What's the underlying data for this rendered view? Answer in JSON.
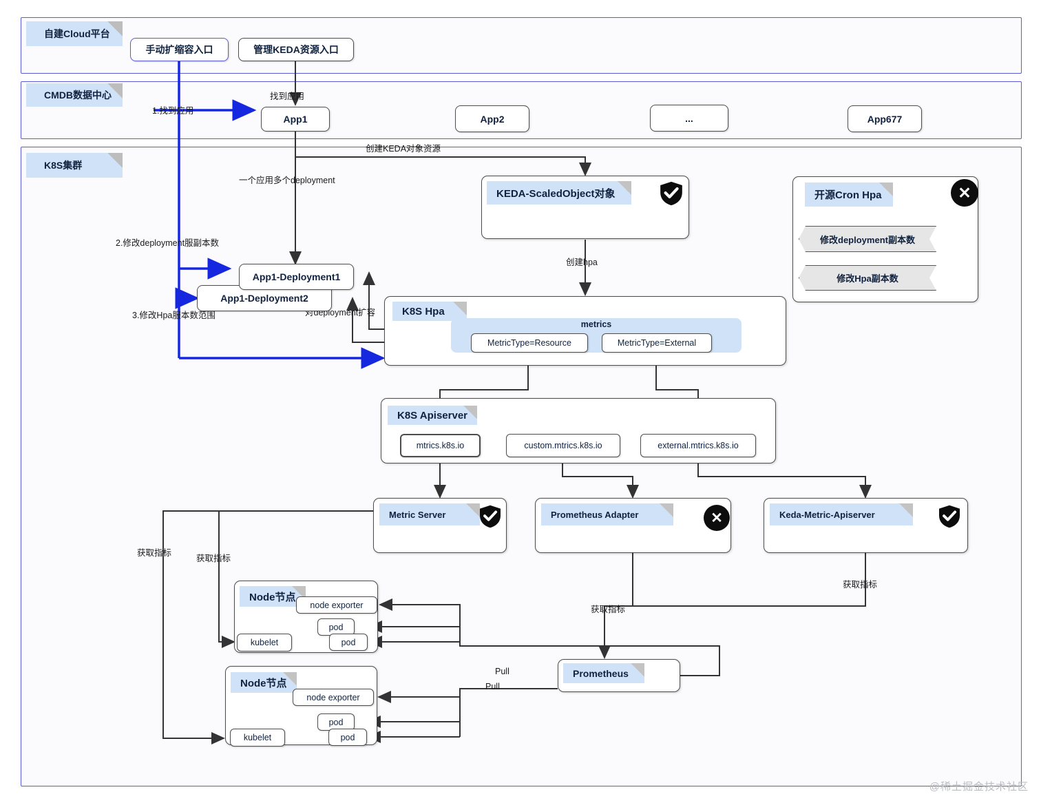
{
  "groups": [
    {
      "id": "cloud",
      "label": "自建Cloud平台"
    },
    {
      "id": "cmdb",
      "label": "CMDB数据中心"
    },
    {
      "id": "k8s",
      "label": "K8S集群"
    }
  ],
  "cloud": {
    "manual_scale_entry": "手动扩缩容入口",
    "keda_manage_entry": "管理KEDA资源入口"
  },
  "cmdb": {
    "apps": [
      "App1",
      "App2",
      "...",
      "App677"
    ]
  },
  "k8s": {
    "keda_scaledobject": "KEDA-ScaledObject对象",
    "cron_hpa": {
      "title": "开源Cron Hpa",
      "actions": [
        "修改deployment副本数",
        "修改Hpa副本数"
      ]
    },
    "deployments": [
      "App1-Deployment1",
      "App1-Deployment2"
    ],
    "hpa": {
      "title": "K8S Hpa",
      "metrics_caption": "metrics",
      "metric_types": [
        "MetricType=Resource",
        "MetricType=External"
      ]
    },
    "apiserver": {
      "title": "K8S Apiserver",
      "apis": [
        "mtrics.k8s.io",
        "custom.mtrics.k8s.io",
        "external.mtrics.k8s.io"
      ]
    },
    "metric_providers": [
      {
        "name": "Metric Server",
        "badge": "shield-check-icon"
      },
      {
        "name": "Prometheus Adapter",
        "badge": "circle-x-icon"
      },
      {
        "name": "Keda-Metric-Apiserver",
        "badge": "shield-check-icon"
      }
    ],
    "nodes": [
      {
        "title": "Node节点",
        "exporter": "node exporter",
        "kubelet": "kubelet",
        "pods": [
          "pod",
          "pod"
        ]
      },
      {
        "title": "Node节点",
        "exporter": "node exporter",
        "kubelet": "kubelet",
        "pods": [
          "pod",
          "pod"
        ]
      }
    ],
    "prometheus": "Prometheus"
  },
  "edge_labels": {
    "find_app_num": "1.找到应用",
    "find_app": "找到应用",
    "create_keda": "创建KEDA对象资源",
    "one_app_many_deploy": "一个应用多个deployment",
    "modify_deploy_replicas": "2.修改deployment服副本数",
    "modify_hpa_range": "3.修改Hpa服本数范围",
    "scale_deployment": "对deployment扩容",
    "create_hpa": "创建hpa",
    "fetch_metrics_1": "获取指标",
    "fetch_metrics_2": "获取指标",
    "fetch_metrics_3": "获取指标",
    "fetch_metrics_4": "获取指标",
    "pull_1": "Pull",
    "pull_2": "Pull"
  },
  "watermark": "@稀土掘金技术社区",
  "colors": {
    "group_border": "#5b5bd6",
    "tab_bg": "#cfe2f7",
    "node_border": "#4d4d4d",
    "blue_flow": "#1528e0",
    "chevron_bg": "#e6e6e6"
  }
}
